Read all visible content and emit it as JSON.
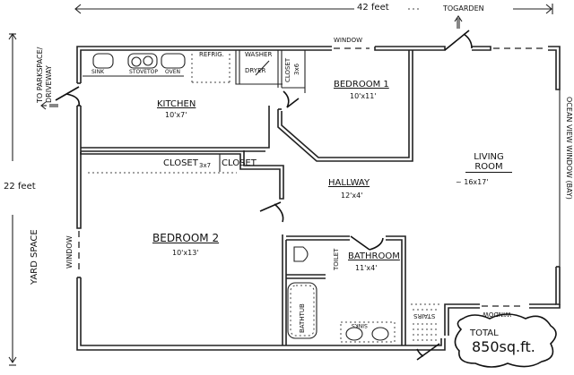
{
  "dimensions": {
    "width_label": "42 feet",
    "garden_label": "TOGARDEN",
    "height_label": "22 feet"
  },
  "exterior_labels": {
    "parking": "TO PARKSPACE/ DRIVEWAY",
    "yard": "YARD SPACE",
    "left_window": "WINDOW",
    "top_window": "WINDOW",
    "bottom_window": "WINDOW",
    "ocean_window": "OCEAN VIEW WINDOW (BAY)",
    "stairs": "STAIRS"
  },
  "fixtures": {
    "sink": "SINK",
    "stovetop": "STOVETOP",
    "oven": "OVEN",
    "refrigerator": "REFRIG.",
    "washer": "WASHER",
    "dryer": "DRYER",
    "closet_small": "CLOSET",
    "closet_small_size": "3x6",
    "toilet": "TOILET",
    "bathtub": "BATHTUB",
    "sinks": "SINKS"
  },
  "rooms": [
    {
      "name": "KITCHEN",
      "size": "10'x7'"
    },
    {
      "name": "BEDROOM 1",
      "size": "10'x11'"
    },
    {
      "name": "LIVING ROOM",
      "size": "~ 16x17'"
    },
    {
      "name": "HALLWAY",
      "size": "12'x4'"
    },
    {
      "name": "BEDROOM 2",
      "size": "10'x13'"
    },
    {
      "name": "BATHROOM",
      "size": "11'x4'"
    }
  ],
  "closets": {
    "left": "CLOSET",
    "size": "3x7",
    "right": "CLOSET"
  },
  "total": {
    "label": "TOTAL",
    "value": "850sq.ft."
  }
}
